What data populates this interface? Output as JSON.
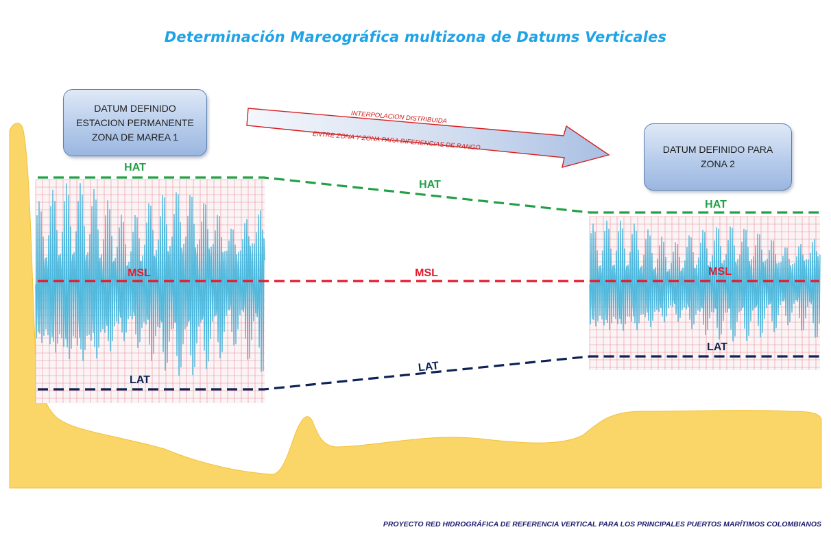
{
  "title": "Determinación Mareográfica multizona de Datums Verticales",
  "footer": "PROYECTO RED HIDROGRÁFICA DE REFERENCIA VERTICAL PARA LOS PRINCIPALES PUERTOS MARÍTIMOS COLOMBIANOS",
  "box_zone1": {
    "line1": "DATUM DEFINIDO",
    "line2": "ESTACION PERMANENTE",
    "line3": "ZONA DE MAREA 1"
  },
  "box_zone2": {
    "line1": "DATUM DEFINIDO  PARA",
    "line2": "ZONA 2"
  },
  "arrow": {
    "text_top": "INTERPOLACION DISTRIBUIDA",
    "text_bottom": "ENTRE ZONA Y ZONA PARA DIFERENCIAS DE RANGO"
  },
  "labels": {
    "hat": "HAT",
    "msl": "MSL",
    "lat": "LAT"
  },
  "colors": {
    "title": "#1fa3e6",
    "hat": "#21a046",
    "msl": "#e3192b",
    "lat": "#0e2255",
    "seabed": "#fad567",
    "tide_signal": "#4fb8dc",
    "record_grid": "#e98a9a",
    "arrow_text": "#d11a1a"
  }
}
